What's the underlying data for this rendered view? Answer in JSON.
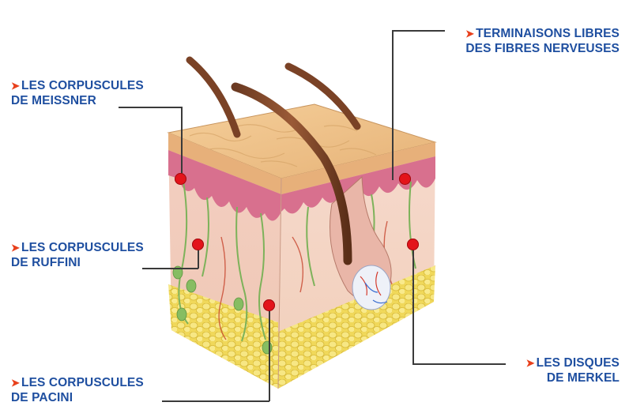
{
  "labels": {
    "meissner": {
      "line1": "LES CORPUSCULES",
      "line2": "DE MEISSNER"
    },
    "ruffini": {
      "line1": "LES CORPUSCULES",
      "line2": "DE RUFFINI"
    },
    "pacini": {
      "line1": "LES CORPUSCULES",
      "line2": "DE PACINI"
    },
    "terminaisons": {
      "line1": "TERMINAISONS LIBRES",
      "line2": "DES FIBRES NERVEUSES"
    },
    "merkel": {
      "line1": "LES DISQUES",
      "line2": "DE MERKEL"
    }
  },
  "marker": "➤",
  "colors": {
    "label": "#1f4fa0",
    "arrow": "#e8401c",
    "dot": "#e3141b"
  }
}
